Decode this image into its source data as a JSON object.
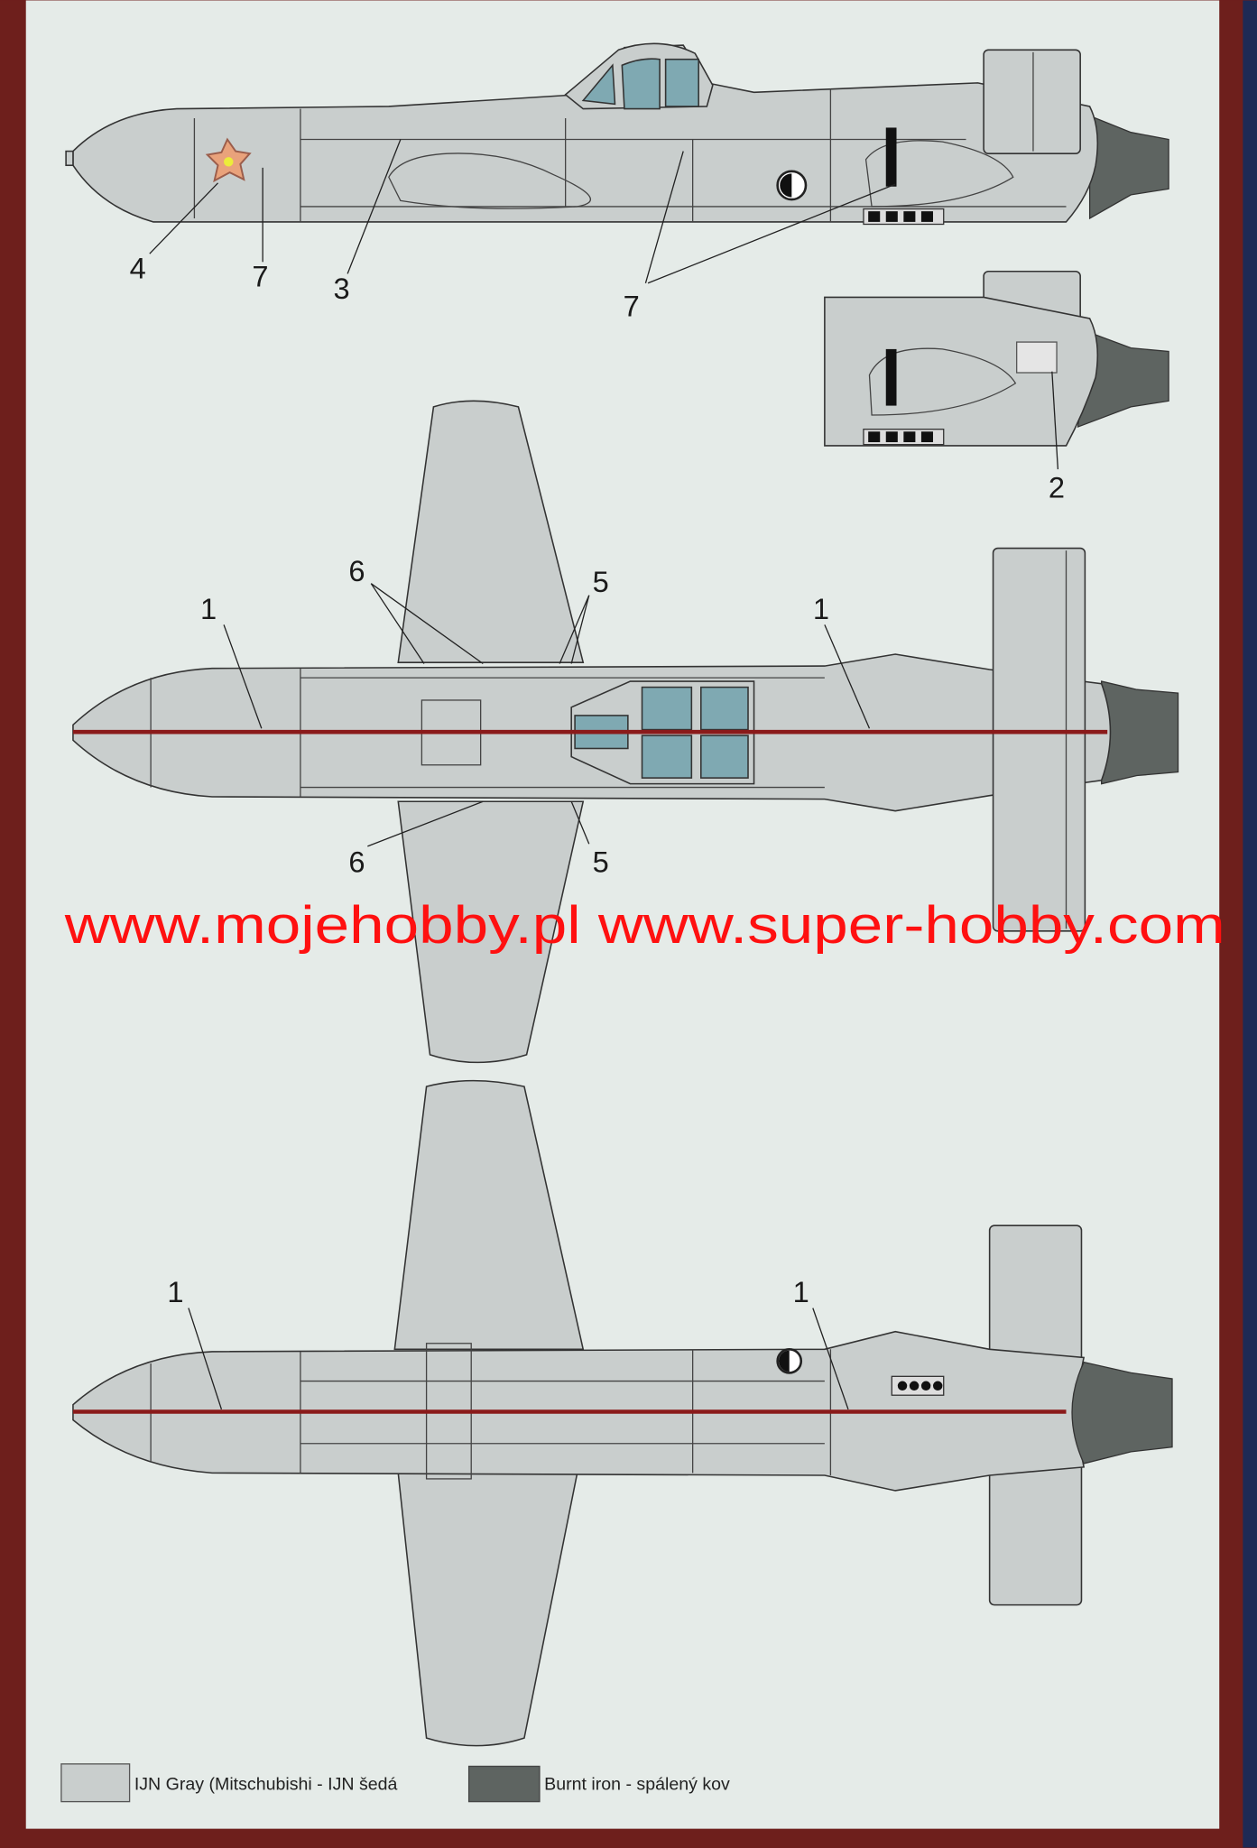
{
  "sheet": {
    "watermark": "www.mojehobby.pl www.super-hobby.com",
    "colors": {
      "ijn_gray": "#c9cecd",
      "burnt_iron": "#5e6461",
      "canopy_glass": "#7fa9b2",
      "red_stripe": "#8a1a1a",
      "watermark": "#ff1010"
    }
  },
  "views": {
    "side_view": {
      "callouts": [
        "4",
        "7",
        "3",
        "7"
      ]
    },
    "rear_detail": {
      "callouts": [
        "2"
      ]
    },
    "top_view": {
      "callouts": [
        "1",
        "6",
        "5",
        "1",
        "6",
        "5"
      ]
    },
    "bottom_view": {
      "callouts": [
        "1",
        "1"
      ]
    }
  },
  "legend": [
    {
      "label": "IJN Gray (Mitschubishi - IJN šedá",
      "color": "#c9cecd"
    },
    {
      "label": "Burnt iron - spálený kov",
      "color": "#5e6461"
    }
  ]
}
